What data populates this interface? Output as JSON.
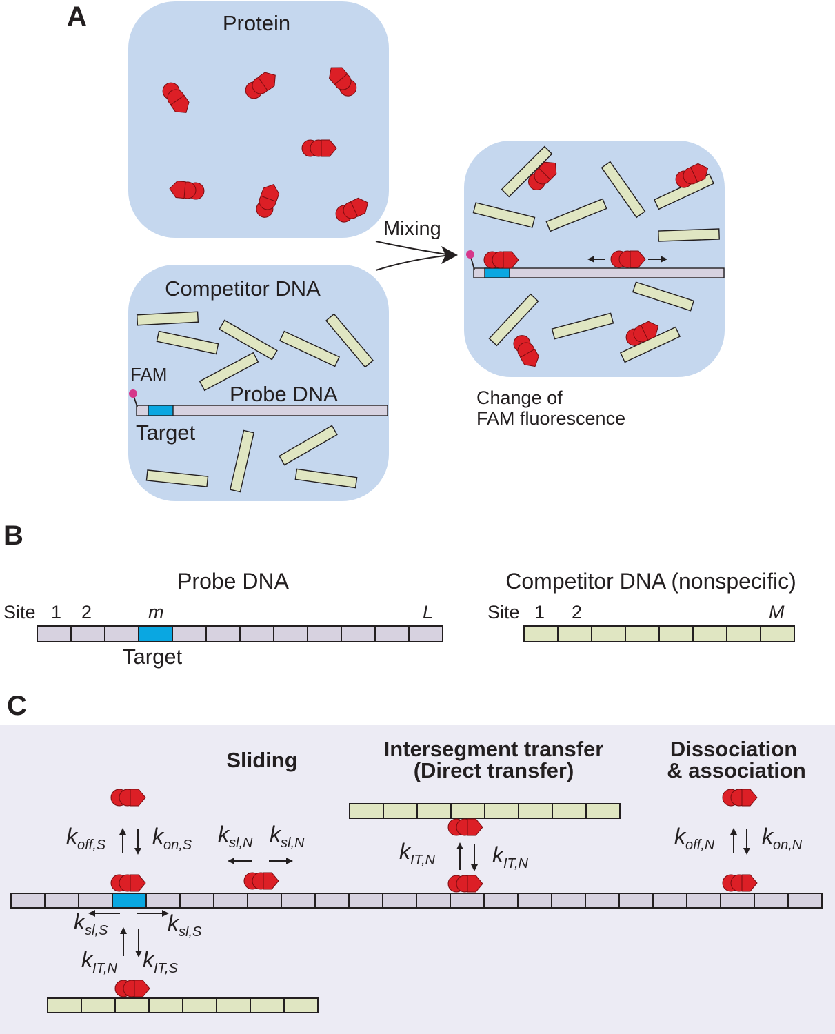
{
  "panels": {
    "a": "A",
    "b": "B",
    "c": "C"
  },
  "panel_a": {
    "protein_box_label": "Protein",
    "competitor_box_label": "Competitor DNA",
    "fam_label": "FAM",
    "probe_label": "Probe DNA",
    "target_label": "Target",
    "mixing_label": "Mixing",
    "result_line1": "Change of",
    "result_line2": "FAM fluorescence"
  },
  "panel_b": {
    "probe_title": "Probe DNA",
    "probe_site_label": "Site",
    "probe_site_1": "1",
    "probe_site_2": "2",
    "probe_site_m": "m",
    "probe_site_L": "L",
    "probe_target_label": "Target",
    "competitor_title": "Competitor DNA (nonspecific)",
    "competitor_site_label": "Site",
    "competitor_site_1": "1",
    "competitor_site_2": "2",
    "competitor_site_M": "M"
  },
  "panel_c": {
    "sliding_title": "Sliding",
    "it_title_line1": "Intersegment transfer",
    "it_title_line2": "(Direct transfer)",
    "da_title_line1": "Dissociation",
    "da_title_line2": "& association",
    "k_off_s": "k_off,S",
    "k_on_s": "k_on,S",
    "k_sl_n_left": "k_sl,N",
    "k_sl_n_right": "k_sl,N",
    "k_it_n_up": "k_IT,N",
    "k_it_n_down": "k_IT,N",
    "k_off_n": "k_off,N",
    "k_on_n": "k_on,N",
    "k_sl_s_left": "k_sl,S",
    "k_sl_s_right": "k_sl,S",
    "k_it_n_bottom": "k_IT,N",
    "k_it_s_bottom": "k_IT,S"
  },
  "colors": {
    "box": "#c5d7ee",
    "protein": "#dc1f26",
    "target": "#0aa7e1",
    "probe_dna": "#d7d2e0",
    "competitor_dna": "#e0e6c2",
    "panel_c_bg": "#ecebf4",
    "fam": "#d6378a"
  }
}
